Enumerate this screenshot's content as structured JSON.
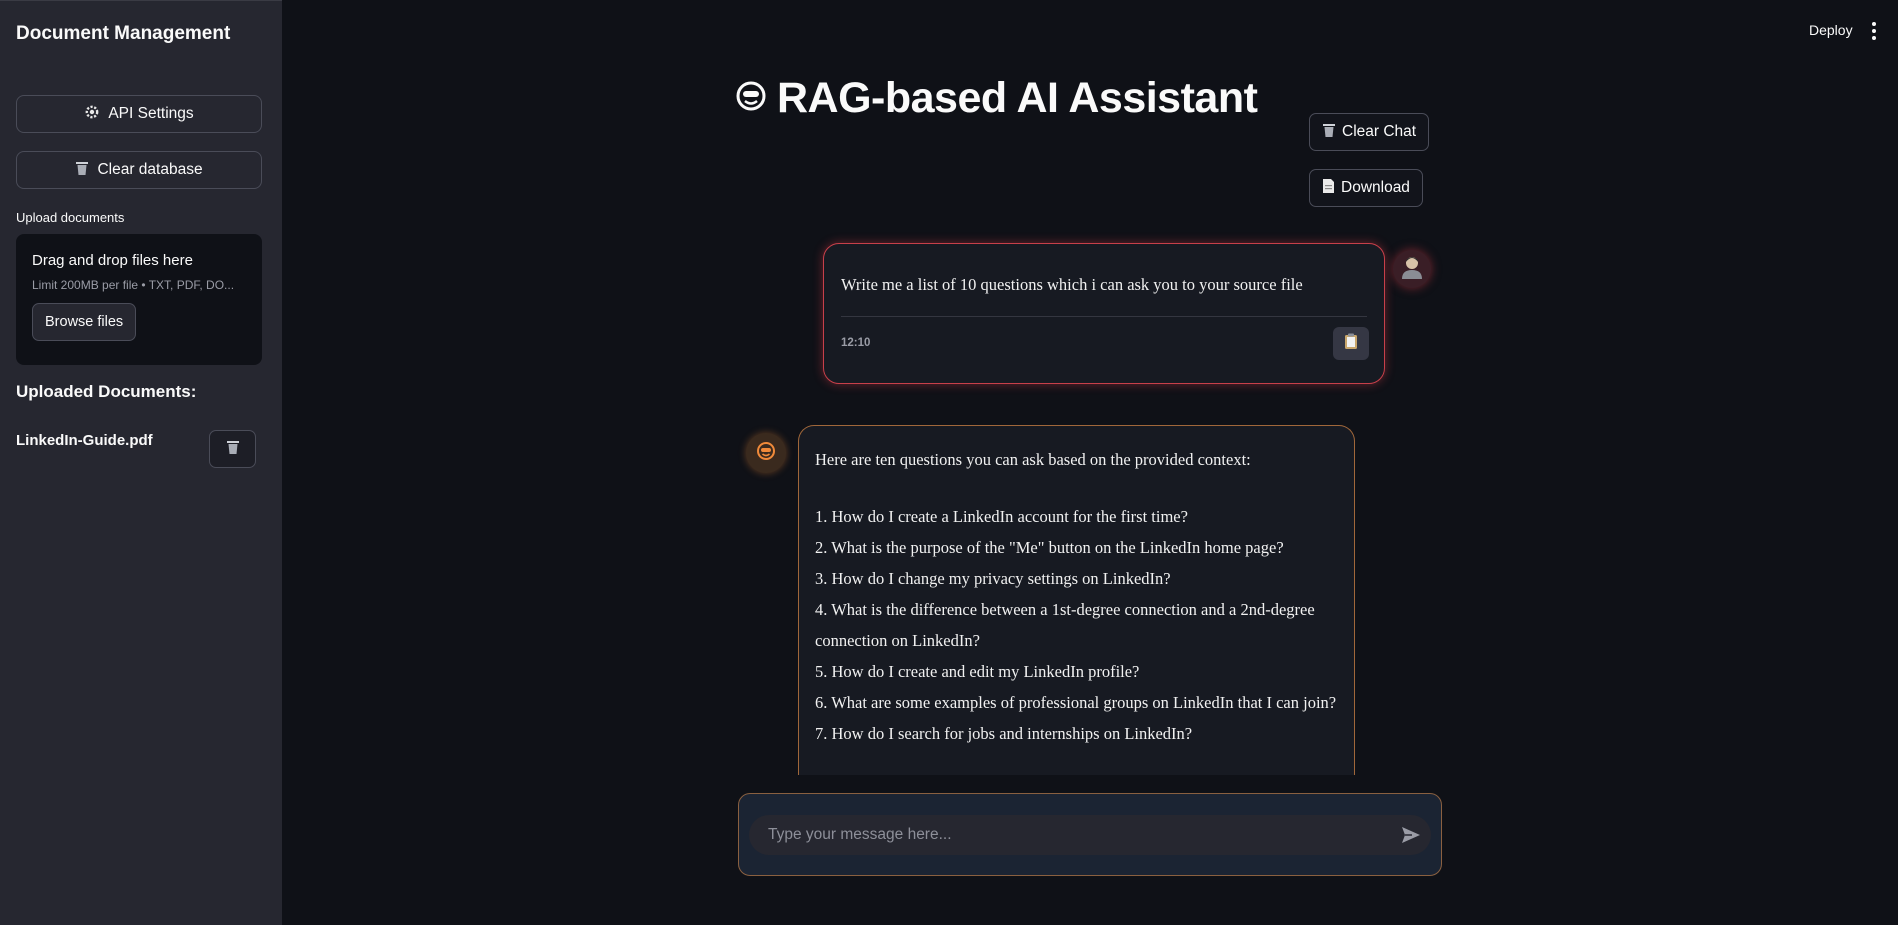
{
  "sidebar": {
    "title": "Document Management",
    "api_settings_label": "API Settings",
    "clear_database_label": "Clear database",
    "upload_label": "Upload documents",
    "dropzone_title": "Drag and drop files here",
    "dropzone_limit": "Limit 200MB per file • TXT, PDF, DO...",
    "browse_label": "Browse files",
    "uploaded_title": "Uploaded Documents:",
    "files": [
      {
        "name": "LinkedIn-Guide.pdf"
      }
    ]
  },
  "topbar": {
    "deploy_label": "Deploy"
  },
  "main": {
    "title": "RAG-based AI Assistant",
    "clear_chat_label": "Clear Chat",
    "download_label": "Download"
  },
  "chat": {
    "user_message": {
      "text": "Write me a list of 10 questions which i can ask you to your source file",
      "time": "12:10"
    },
    "bot_message": {
      "intro": "Here are ten questions you can ask based on the provided context:",
      "items": [
        "1. How do I create a LinkedIn account for the first time?",
        "2. What is the purpose of the \"Me\" button on the LinkedIn home page?",
        "3. How do I change my privacy settings on LinkedIn?",
        "4. What is the difference between a 1st-degree connection and a 2nd-degree connection on LinkedIn?",
        "5. How do I create and edit my LinkedIn profile?",
        "6. What are some examples of professional groups on LinkedIn that I can join?",
        "7. How do I search for jobs and internships on LinkedIn?"
      ]
    }
  },
  "composer": {
    "placeholder": "Type your message here..."
  },
  "colors": {
    "background": "#0f1117",
    "sidebar": "#262730",
    "user_border": "#c8404a",
    "bot_border": "#a0673a"
  }
}
